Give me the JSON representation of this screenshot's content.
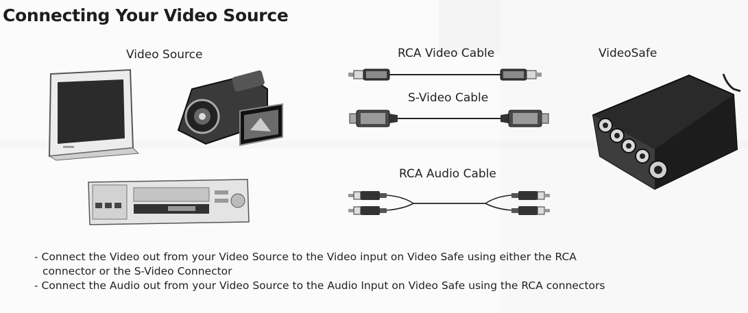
{
  "page_title": "Connecting Your Video Source",
  "labels": {
    "video_source": "Video Source",
    "rca_video_cable": "RCA Video Cable",
    "s_video_cable": "S-Video Cable",
    "rca_audio_cable": "RCA Audio Cable",
    "videosafe": "VideoSafe"
  },
  "instructions": [
    {
      "line1": "- Connect the Video out from your Video Source to the Video input on Video Safe using either the RCA",
      "line2": "connector or the S-Video Connector"
    },
    {
      "line1": "- Connect the Audio out from your Video Source to the Audio Input on Video Safe using the RCA connectors"
    }
  ],
  "colors": {
    "text": "#222222",
    "device_dark": "#2a2a2a",
    "device_light": "#d8d8d8"
  },
  "icons": [
    "tv-monitor-icon",
    "camcorder-icon",
    "vcr-icon",
    "rca-video-cable-icon",
    "s-video-cable-icon",
    "rca-audio-cable-icon",
    "videosafe-device-icon"
  ]
}
